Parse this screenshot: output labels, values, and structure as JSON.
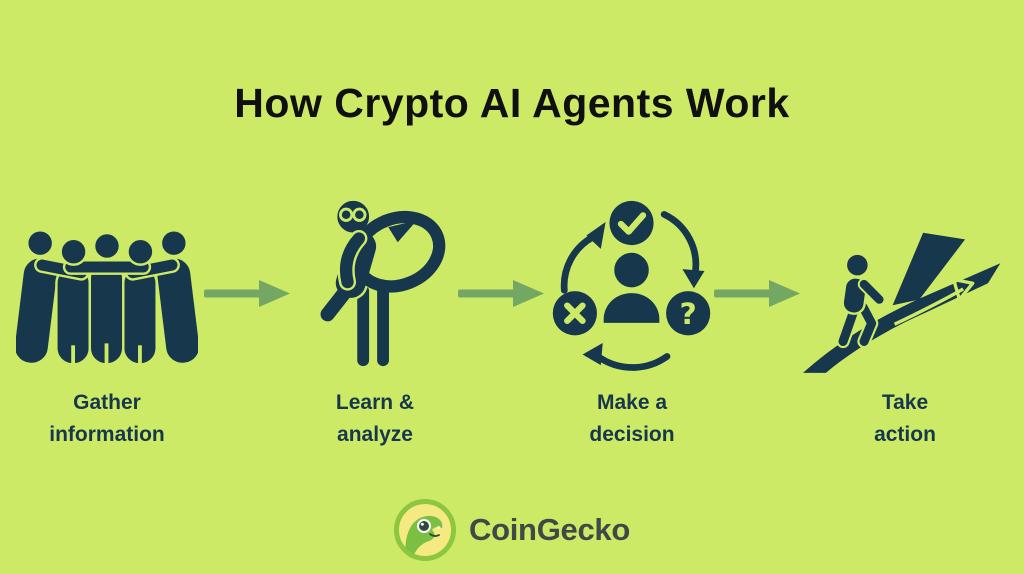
{
  "title": "How Crypto AI Agents Work",
  "steps": [
    {
      "id": "gather-information",
      "icon": "group-people-icon",
      "label_line1": "Gather",
      "label_line2": "information"
    },
    {
      "id": "learn-analyze",
      "icon": "magnifying-glass-person-icon",
      "label_line1": "Learn &",
      "label_line2": "analyze"
    },
    {
      "id": "make-decision",
      "icon": "decision-cycle-icon",
      "label_line1": "Make a",
      "label_line2": "decision"
    },
    {
      "id": "take-action",
      "icon": "rising-path-arrow-icon",
      "label_line1": "Take",
      "label_line2": "action"
    }
  ],
  "connectors": {
    "count": 3,
    "icon": "right-arrow-icon"
  },
  "footer": {
    "brand_name": "CoinGecko",
    "logo": "coingecko-gecko-logo"
  },
  "colors": {
    "background": "#cdea67",
    "silhouette_navy": "#17374d",
    "flow_arrow_green": "#74a764",
    "title_text": "#101010",
    "label_text": "#17374d",
    "brand_text": "#3f4946",
    "logo_ring_green": "#8dc63f",
    "logo_inner_yellow": "#f5e982",
    "gecko_green": "#7bc043"
  }
}
